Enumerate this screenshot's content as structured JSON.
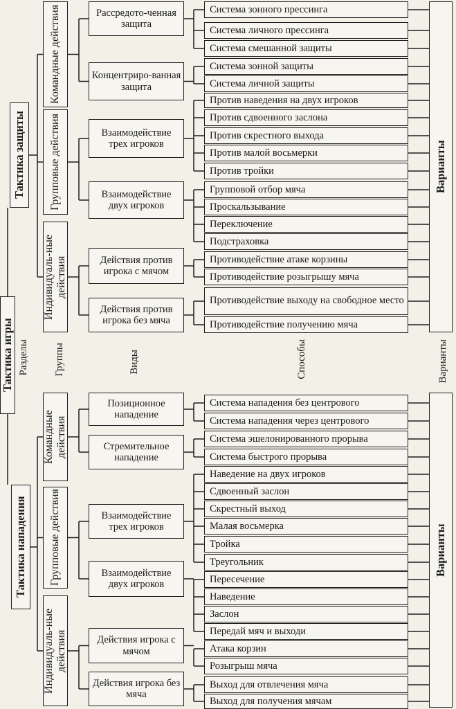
{
  "root": "Тактика игры",
  "labels": {
    "sections": "Разделы",
    "groups": "Группы",
    "types": "Виды",
    "methods": "Способы",
    "variants": "Варианты"
  },
  "defense": {
    "title": "Тактика защиты",
    "groups": [
      {
        "label": "Командные действия",
        "types": [
          {
            "label": "Рассредото-ченная защита",
            "items": [
              "Система зонного прессинга",
              "Система личного прессинга",
              "Система смешанной защиты"
            ]
          },
          {
            "label": "Концентриро-ванная защита",
            "items": [
              "Система зонной защиты",
              "Система личной защиты"
            ]
          }
        ]
      },
      {
        "label": "Групповые действия",
        "types": [
          {
            "label": "Взаимодействие трех игроков",
            "items": [
              "Против наведения на двух игроков",
              "Против сдвоенного заслона",
              "Против скрестного выхода",
              "Против малой восьмерки",
              "Против тройки"
            ]
          },
          {
            "label": "Взаимодействие двух игроков",
            "items": [
              "Групповой отбор мяча",
              "Проскальзывание",
              "Переключение",
              "Подстраховка"
            ]
          }
        ]
      },
      {
        "label": "Индивидуаль-ные действия",
        "types": [
          {
            "label": "Действия против игрока с мячом",
            "items": [
              "Противодействие атаке корзины",
              "Противодействие розыгрышу мяча"
            ]
          },
          {
            "label": "Действия против игрока без мяча",
            "items": [
              "Противодействие выходу на свободное место",
              "Противодействие получению мяча"
            ]
          }
        ]
      }
    ]
  },
  "offense": {
    "title": "Тактика нападения",
    "groups": [
      {
        "label": "Командные действия",
        "types": [
          {
            "label": "Позиционное нападение",
            "items": [
              "Система нападения без центрового",
              "Система нападения через центрового"
            ]
          },
          {
            "label": "Стремительное нападение",
            "items": [
              "Система эшелонированного прорыва",
              "Система быстрого прорыва"
            ]
          }
        ]
      },
      {
        "label": "Групповые действия",
        "types": [
          {
            "label": "Взаимодействие трех игроков",
            "items": [
              "Наведение на двух игроков",
              "Сдвоенный заслон",
              "Скрестный выход",
              "Малая восьмерка",
              "Тройка",
              "Треугольник"
            ]
          },
          {
            "label": "Взаимодействие двух игроков",
            "items": [
              "Пересечение",
              "Наведение",
              "Заслон",
              "Передай мяч и выходи"
            ]
          }
        ]
      },
      {
        "label": "Индивидуаль-ные действия",
        "types": [
          {
            "label": "Действия игрока с мячом",
            "items": [
              "Атака корзин",
              "Розыгрыш мяча"
            ]
          },
          {
            "label": "Действия игрока без мяча",
            "items": [
              "Выход для отвлечения мяча",
              "Выход для получения мячам"
            ]
          }
        ]
      }
    ]
  }
}
